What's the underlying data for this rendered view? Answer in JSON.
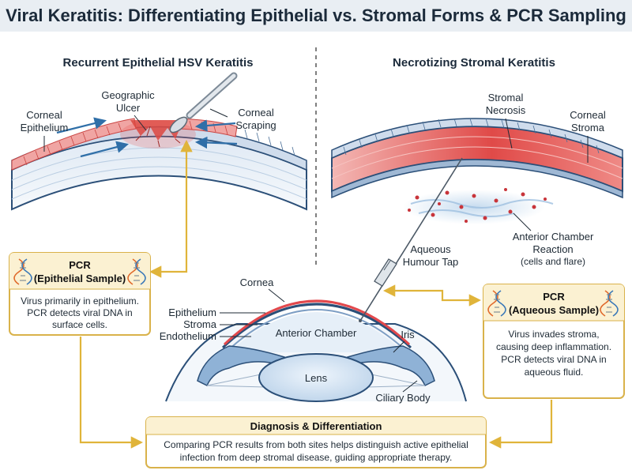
{
  "title": "Viral Keratitis: Differentiating Epithelial vs. Stromal Forms & PCR Sampling",
  "left_panel": {
    "heading": "Recurrent Epithelial HSV Keratitis",
    "labels": {
      "corneal_epithelium": [
        "Corneal",
        "Epithelium"
      ],
      "geographic_ulcer": [
        "Geographic",
        "Ulcer"
      ],
      "corneal_scraping": [
        "Corneal",
        "Scraping"
      ]
    }
  },
  "right_panel": {
    "heading": "Necrotizing Stromal Keratitis",
    "labels": {
      "stromal_necrosis": [
        "Stromal",
        "Necrosis"
      ],
      "corneal_stroma": [
        "Corneal",
        "Stroma"
      ],
      "anterior_chamber_reaction": [
        "Anterior Chamber",
        "Reaction",
        "(cells and flare)"
      ],
      "aqueous_humour_tap": [
        "Aqueous",
        "Humour Tap"
      ]
    }
  },
  "eye": {
    "labels": {
      "cornea": "Cornea",
      "epithelium": "Epithelium",
      "stroma": "Stroma",
      "endothelium": "Endothelium",
      "anterior_chamber": "Anterior Chamber",
      "iris": "Iris",
      "lens": "Lens",
      "ciliary_body": "Ciliary Body"
    }
  },
  "pcr_epithelial": {
    "title": [
      "PCR",
      "(Epithelial Sample)"
    ],
    "body": [
      "Virus primarily in epithelium.",
      "PCR detects viral DNA in",
      "surface cells."
    ]
  },
  "pcr_aqueous": {
    "title": [
      "PCR",
      "(Aqueous Sample)"
    ],
    "body": [
      "Virus invades stroma,",
      "causing deep inflammation.",
      "PCR detects viral DNA in",
      "aqueous fluid."
    ]
  },
  "diagnosis": {
    "title": "Diagnosis & Differentiation",
    "body": [
      "Comparing PCR results from both sites helps distinguish active epithelial",
      "infection from deep stromal disease, guiding appropriate therapy."
    ]
  },
  "colors": {
    "arrow_gold": "#e0b43a",
    "box_border": "#d9b24a",
    "box_header": "#fbf1d2",
    "cornea_blue": "#2b4f78",
    "necrosis_red": "#e2484c",
    "title_bar": "#e9eef3"
  }
}
